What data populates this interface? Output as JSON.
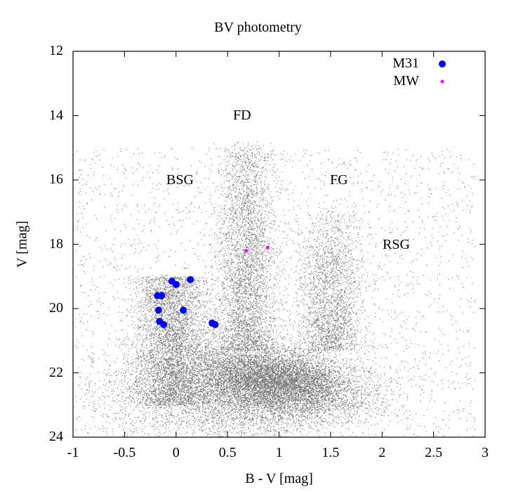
{
  "chart_data": {
    "type": "scatter",
    "title": "BV photometry",
    "xlabel": "B - V [mag]",
    "ylabel": "V [mag]",
    "xlim": [
      -1,
      3
    ],
    "ylim": [
      24,
      12
    ],
    "y_inverted": true,
    "grid": false,
    "xticks": [
      "-1",
      "-0.5",
      "0",
      "0.5",
      "1",
      "1.5",
      "2",
      "2.5",
      "3"
    ],
    "yticks": [
      "12",
      "14",
      "16",
      "18",
      "20",
      "22",
      "24"
    ],
    "legend_position": "top-right",
    "region_labels": [
      {
        "text": "FD",
        "x": 0.65,
        "y": 14.2
      },
      {
        "text": "BSG",
        "x": 0.05,
        "y": 16.2
      },
      {
        "text": "FG",
        "x": 1.6,
        "y": 16.2
      },
      {
        "text": "RSG",
        "x": 2.17,
        "y": 18.2
      }
    ],
    "series": [
      {
        "name": "M31",
        "color": "#0000ff",
        "marker": "filled-circle-large",
        "points": [
          [
            -0.04,
            19.15
          ],
          [
            0.0,
            19.25
          ],
          [
            0.14,
            19.1
          ],
          [
            -0.18,
            19.6
          ],
          [
            -0.14,
            19.6
          ],
          [
            -0.17,
            20.05
          ],
          [
            0.07,
            20.05
          ],
          [
            -0.16,
            20.4
          ],
          [
            -0.12,
            20.5
          ],
          [
            0.35,
            20.45
          ],
          [
            0.38,
            20.5
          ]
        ]
      },
      {
        "name": "MW",
        "color": "#ff00ff",
        "marker": "filled-circle-small",
        "points": [
          [
            0.68,
            18.2
          ],
          [
            0.89,
            18.1
          ]
        ]
      },
      {
        "name": "field stars (background density)",
        "color": "#000000",
        "marker": "dot",
        "description": "dense 2D cloud; main concentration B-V 0.5–1.5, V 21.5–23; blue plume at B-V ~ -0.2..0.3 from V~19 down; vertical foreground-dwarf plume at B-V ~ 0.6 from V~14.5; giant branch plume at B-V ~ 1.55 from V~17"
      }
    ]
  }
}
